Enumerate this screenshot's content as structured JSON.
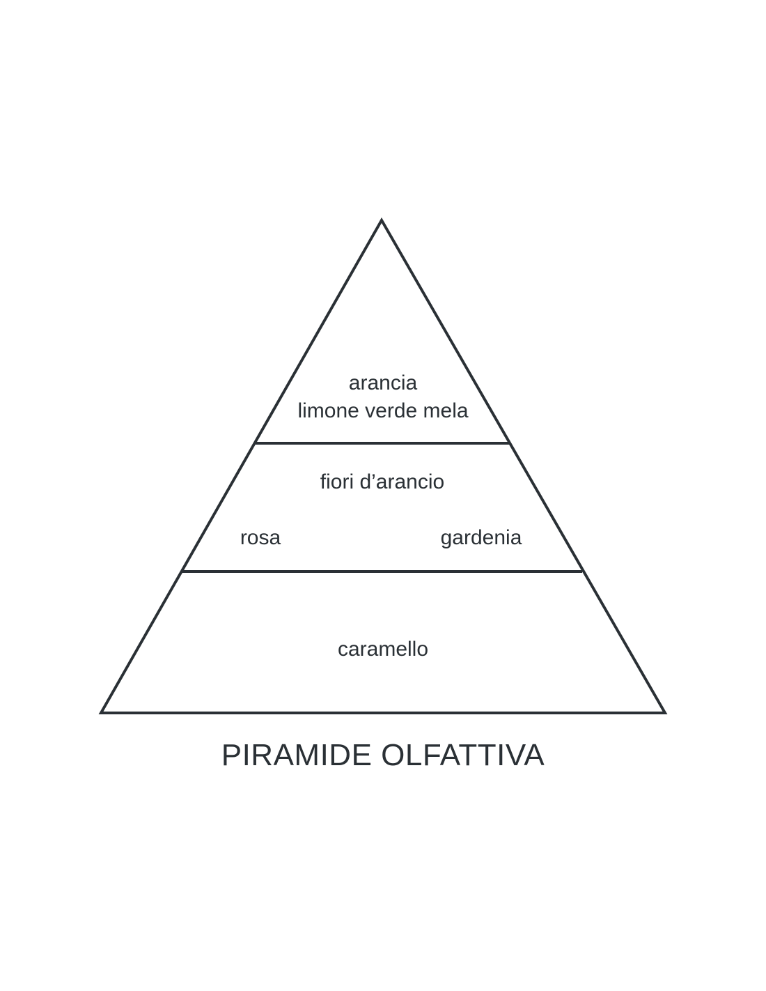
{
  "title": "PIRAMIDE OLFATTIVA",
  "colors": {
    "stroke": "#2a3035",
    "text": "#2a3035",
    "background": "#ffffff"
  },
  "pyramid": {
    "top": {
      "line1": "arancia",
      "line2": "limone verde mela"
    },
    "heart": {
      "center": "fiori d’arancio",
      "left": "rosa",
      "right": "gardenia"
    },
    "base": {
      "center": "caramello"
    }
  }
}
